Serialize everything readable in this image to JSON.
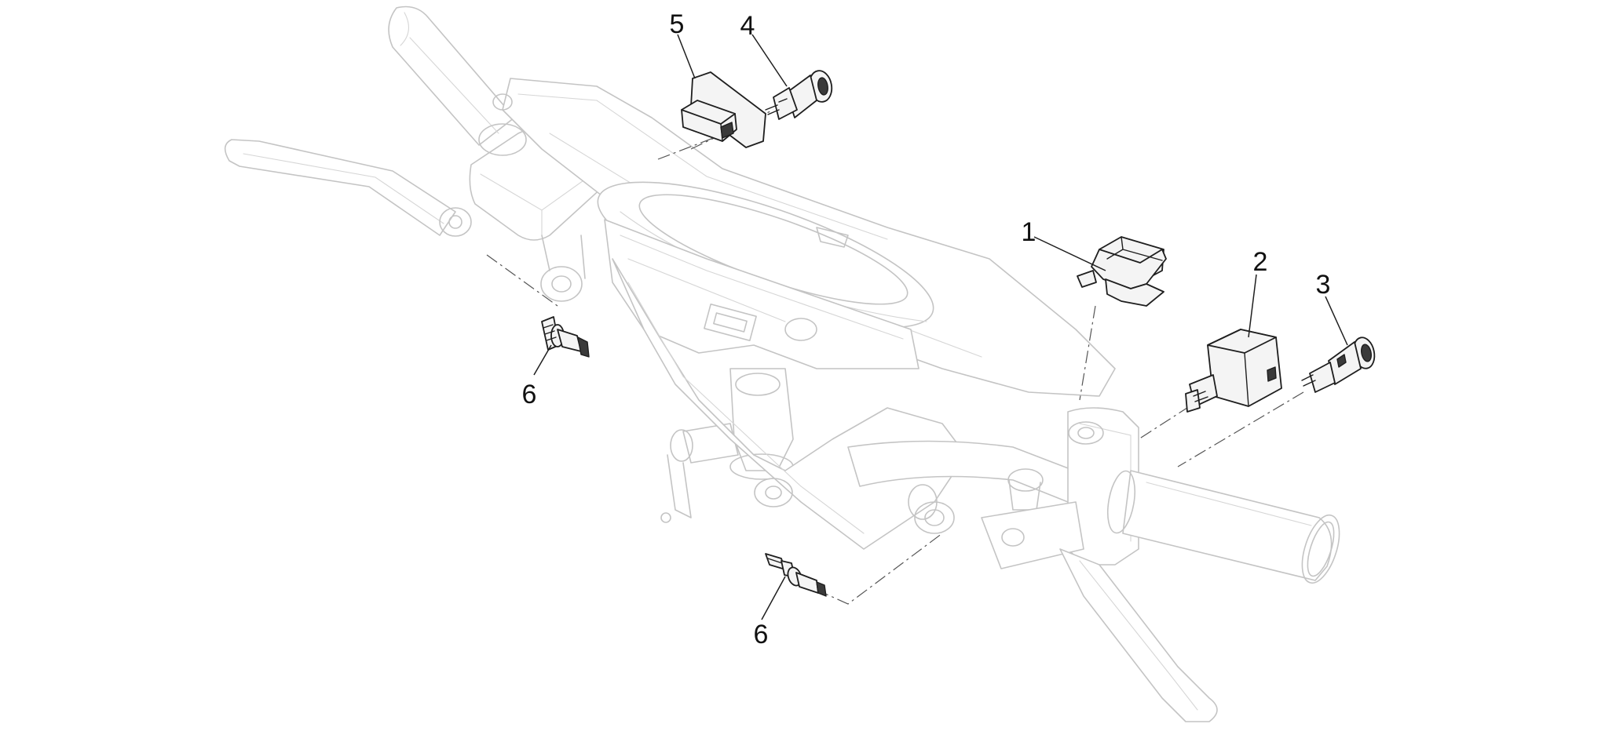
{
  "diagram": {
    "type": "exploded-parts-view",
    "callouts": [
      {
        "id": "c1",
        "label": "1",
        "part": "switch-unit-1"
      },
      {
        "id": "c2",
        "label": "2",
        "part": "switch-unit-2"
      },
      {
        "id": "c3",
        "label": "3",
        "part": "switch-unit-3"
      },
      {
        "id": "c4",
        "label": "4",
        "part": "switch-unit-4"
      },
      {
        "id": "c5",
        "label": "5",
        "part": "switch-unit-5"
      },
      {
        "id": "c6a",
        "label": "6",
        "part": "stop-light-switch-left"
      },
      {
        "id": "c6b",
        "label": "6",
        "part": "stop-light-switch-right"
      }
    ]
  },
  "colors": {
    "background": "#ffffff",
    "ghost_outline": "#c4c4c4",
    "part_outline": "#1e1e1e",
    "label": "#111111"
  }
}
